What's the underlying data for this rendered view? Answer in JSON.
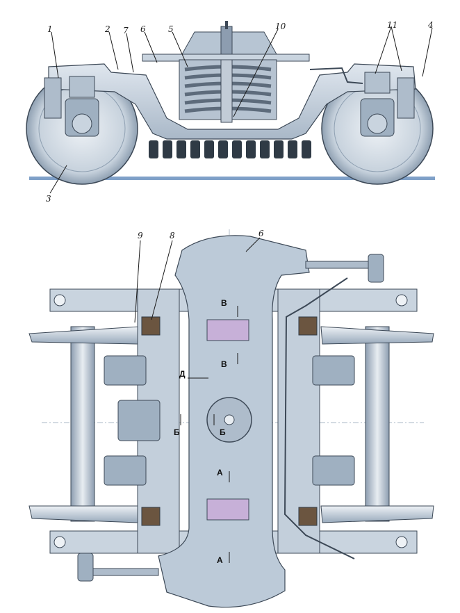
{
  "side_view": {
    "callouts": [
      "1",
      "2",
      "7",
      "6",
      "5",
      "10",
      "11",
      "4",
      "3"
    ]
  },
  "plan_view": {
    "callouts": [
      "9",
      "8",
      "6"
    ],
    "section_marks": [
      "В",
      "В",
      "Д",
      "Б",
      "Б",
      "А",
      "А"
    ]
  },
  "colors": {
    "frame": "#c9d4df",
    "frame_shadow": "#9fb0c1",
    "wheel": "#d8e0e8",
    "wheel_dark": "#a7b6c6",
    "spring": "#8796a8",
    "rail": "#7fa0c8",
    "rubber": "#2f3a45",
    "pink": "#c7b0d8",
    "bolster": "#bccad8",
    "outline": "#3d4957"
  },
  "icons": [
    "spring-coil-icon",
    "wheel-icon",
    "axle-box-icon",
    "brake-cylinder-icon",
    "shock-absorber-icon"
  ]
}
